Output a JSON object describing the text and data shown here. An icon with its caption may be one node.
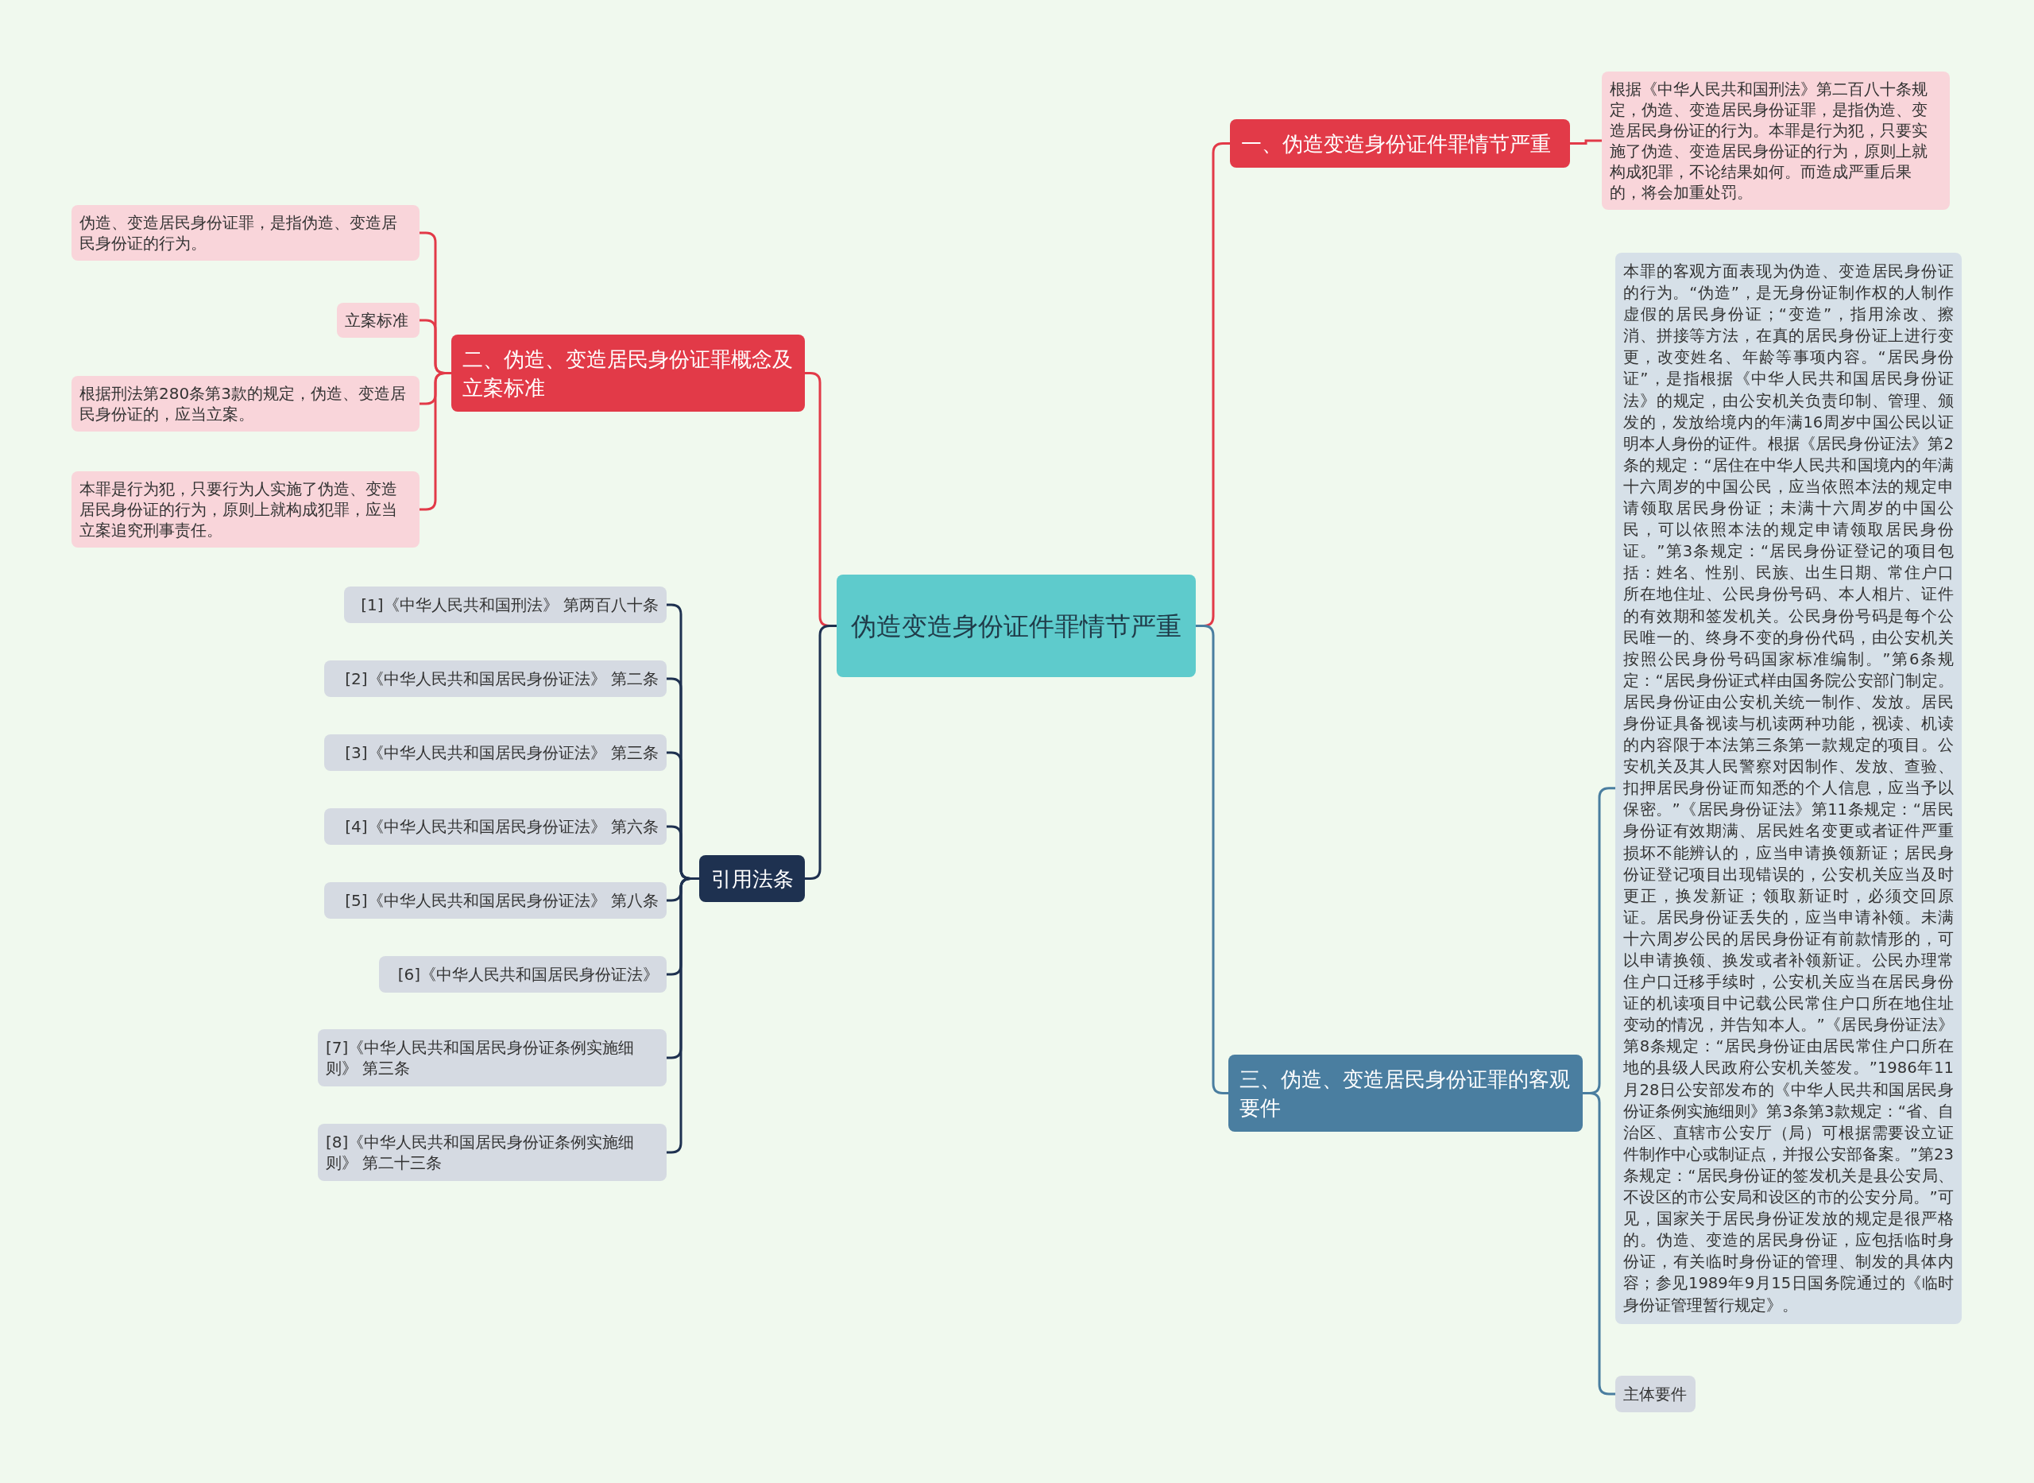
{
  "diagram": {
    "nodes": [
      {
        "text": [
          "伪造变造身份证件罪情节严重"
        ]
      },
      {
        "text": [
          "一、伪造变造身份证件罪情节严重"
        ]
      },
      {
        "text": [
          "根据《中华人民共和国刑法》第二百八十条规定，伪造、变造居民身份证罪，是指伪造、变造居民身份证的行为。本罪是行为犯，只要实施了伪造、变造居民身份证的行为，原则上就构成犯罪，不论结果如何。而造成严重后果的，将会加重处罚。"
        ]
      },
      {
        "text": [
          "二、伪造、变造居民身份证罪概念及立案标准"
        ]
      },
      {
        "text": [
          "伪造、变造居民身份证罪，是指伪造、变造居民身份证的行为。"
        ]
      },
      {
        "text": [
          "立案标准"
        ]
      },
      {
        "text": [
          "根据刑法第280条第3款的规定，伪造、变造居民身份证的，应当立案。"
        ]
      },
      {
        "text": [
          "本罪是行为犯，只要行为人实施了伪造、变造居民身份证的行为，原则上就构成犯罪，应当立案追究刑事责任。"
        ]
      },
      {
        "text": [
          "引用法条"
        ]
      },
      {
        "text": [
          "[1]《中华人民共和国刑法》 第两百八十条"
        ]
      },
      {
        "text": [
          "[2]《中华人民共和国居民身份证法》 第二条"
        ]
      },
      {
        "text": [
          "[3]《中华人民共和国居民身份证法》 第三条"
        ]
      },
      {
        "text": [
          "[4]《中华人民共和国居民身份证法》 第六条"
        ]
      },
      {
        "text": [
          "[5]《中华人民共和国居民身份证法》 第八条"
        ]
      },
      {
        "text": [
          "[6]《中华人民共和国居民身份证法》"
        ]
      },
      {
        "text": [
          "[7]《中华人民共和国居民身份证条例实施细则》 第三条"
        ]
      },
      {
        "text": [
          "[8]《中华人民共和国居民身份证条例实施细则》 第二十三条"
        ]
      },
      {
        "text": [
          "三、伪造、变造居民身份证罪的客观要件"
        ]
      },
      {
        "text": [
          "本罪的客观方面表现为伪造、变造居民身份证的行为。“伪造”，是无身份证制作权的人制作虚假的居民身份证；“变造”，指用涂改、擦消、拼接等方法，在真的居民身份证上进行变更，改变姓名、年龄等事项内容。“居民身份证”，是指根据《中华人民共和国居民身份证法》的规定，由公安机关负责印制、管理、颁发的，发放给境内的年满16周岁中国公民以证明本人身份的证件。根据《居民身份证法》第2条的规定：“居住在中华人民共和国境内的年满十六周岁的中国公民，应当依照本法的规定申请领取居民身份证；未满十六周岁的中国公民，可以依照本法的规定申请领取居民身份证。”第3条规定：“居民身份证登记的项目包括：姓名、性别、民族、出生日期、常住户口所在地住址、公民身份号码、本人相片、证件的有效期和签发机关。公民身份号码是每个公民唯一的、终身不变的身份代码，由公安机关按照公民身份号码国家标准编制。”第6条规定：“居民身份证式样由国务院公安部门制定。居民身份证由公安机关统一制作、发放。居民身份证具备视读与机读两种功能，视读、机读的内容限于本法第三条第一款规定的项目。公安机关及其人民警察对因制作、发放、查验、扣押居民身份证而知悉的个人信息，应当予以保密。”《居民身份证法》第11条规定：“居民身份证有效期满、居民姓名变更或者证件严重损坏不能辨认的，应当申请换领新证；居民身份证登记项目出现错误的，公安机关应当及时更正，换发新证；领取新证时，必须交回原证。居民身份证丢失的，应当申请补领。未满十六周岁公民的居民身份证有前款情形的，可以申请换领、换发或者补领新证。公民办理常住户口迁移手续时，公安机关应当在居民身份证的机读项目中记载公民常住户口所在地住址变动的情况，并告知本人。”《居民身份证法》第8条规定：“居民身份证由居民常住户口所在地的县级人民政府公安机关签发。”1986年11月28日公安部发布的《中华人民共和国居民身份证条例实施细则》第3条第3款规定：“省、自治区、直辖市公安厅（局）可根据需要设立证件制作中心或制证点，并报公安部备案。”第23条规定：“居民身份证的签发机关是县公安局、不设区的市公安局和设区的市的公安分局。”可见，国家关于居民身份证发放的规定是很严格的。伪造、变造的居民身份证，应包括临时身份证，有关临时身份证的管理、制发的具体内容；参见1989年9月15日国务院通过的《临时身份证管理暂行规定》。"
        ]
      },
      {
        "text": [
          "主体要件"
        ]
      }
    ],
    "edges": [
      {
        "from": 0,
        "to": 1,
        "arrow": "none",
        "color": "#e23a48"
      },
      {
        "from": 1,
        "to": 2,
        "arrow": "none",
        "color": "#e23a48"
      },
      {
        "from": 0,
        "to": 3,
        "arrow": "none",
        "color": "#e23a48"
      },
      {
        "from": 3,
        "to": 4,
        "arrow": "none",
        "color": "#e23a48"
      },
      {
        "from": 3,
        "to": 5,
        "arrow": "none",
        "color": "#e23a48"
      },
      {
        "from": 3,
        "to": 6,
        "arrow": "none",
        "color": "#e23a48"
      },
      {
        "from": 3,
        "to": 7,
        "arrow": "none",
        "color": "#e23a48"
      },
      {
        "from": 0,
        "to": 8,
        "arrow": "none"
      },
      {
        "from": 8,
        "to": 9,
        "arrow": "none"
      },
      {
        "from": 8,
        "to": 10,
        "arrow": "none"
      },
      {
        "from": 8,
        "to": 11,
        "arrow": "none"
      },
      {
        "from": 8,
        "to": 12,
        "arrow": "none"
      },
      {
        "from": 8,
        "to": 13,
        "arrow": "none"
      },
      {
        "from": 8,
        "to": 14,
        "arrow": "none"
      },
      {
        "from": 8,
        "to": 15,
        "arrow": "none"
      },
      {
        "from": 8,
        "to": 16,
        "arrow": "none"
      },
      {
        "from": 0,
        "to": 17,
        "arrow": "none",
        "color": "#4a7ea0"
      },
      {
        "from": 17,
        "to": 18,
        "arrow": "none",
        "color": "#4a7ea0"
      },
      {
        "from": 17,
        "to": 19,
        "arrow": "none",
        "color": "#4a7ea0"
      }
    ]
  }
}
